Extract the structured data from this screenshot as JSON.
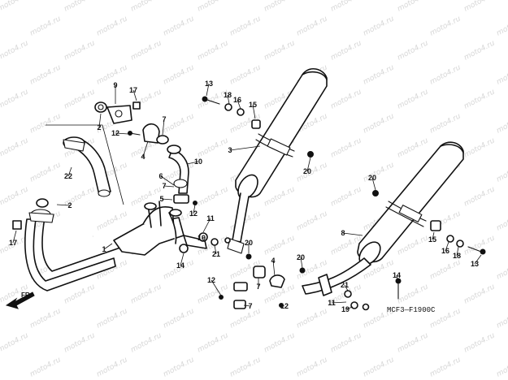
{
  "diagram": {
    "code": "MCF3—F1900C",
    "direction_label": "FR.",
    "watermark": "moto4.ru",
    "colors": {
      "line": "#111111",
      "background": "#ffffff",
      "watermark": "#d6d6d6"
    },
    "callouts": [
      "1",
      "2",
      "2",
      "3",
      "4",
      "4",
      "5",
      "6",
      "7",
      "7",
      "7",
      "7",
      "8",
      "9",
      "10",
      "11",
      "11",
      "12",
      "12",
      "12",
      "12",
      "13",
      "13",
      "14",
      "14",
      "15",
      "15",
      "16",
      "16",
      "17",
      "17",
      "18",
      "18",
      "19",
      "19",
      "20",
      "20",
      "20",
      "20",
      "21",
      "21",
      "22"
    ]
  }
}
